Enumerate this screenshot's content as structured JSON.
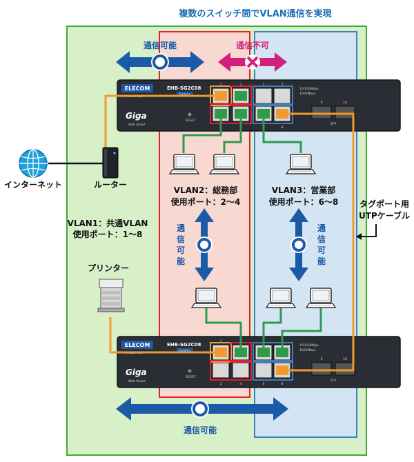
{
  "title": "複数のスイッチ間でVLAN通信を実現",
  "arrows": {
    "top_possible": "通信可能",
    "top_impossible": "通信不可",
    "bottom_possible": "通信可能",
    "vlan2_vertical": [
      "通",
      "信",
      "可",
      "能"
    ],
    "vlan3_vertical": [
      "通",
      "信",
      "可",
      "能"
    ]
  },
  "switch_top": {
    "brand": "ELECOM",
    "brand_sub": "For Business",
    "model": "EHB-SG2C08",
    "model_sub": "Fanless",
    "series": "Giga",
    "series_sub": "Web Smart",
    "reset": "RESET",
    "sfp_label": "SFP",
    "ports_top": [
      "1",
      "3",
      "5",
      "7"
    ],
    "ports_bottom": [
      "2",
      "4",
      "6",
      "8"
    ],
    "sfp_ports": [
      "9",
      "10"
    ],
    "led_legend": [
      "10/100Mbps",
      "1000Mbps"
    ]
  },
  "switch_bottom": {
    "brand": "ELECOM",
    "brand_sub": "For Business",
    "model": "EHB-SG2C08",
    "model_sub": "Fanless",
    "series": "Giga",
    "series_sub": "Web Smart",
    "reset": "RESET",
    "sfp_label": "SFP",
    "ports_top": [
      "1",
      "3",
      "5",
      "7"
    ],
    "ports_bottom": [
      "2",
      "4",
      "6",
      "8"
    ],
    "sfp_ports": [
      "9",
      "10"
    ],
    "led_legend": [
      "10/100Mbps",
      "1000Mbps"
    ]
  },
  "labels": {
    "internet": "インターネット",
    "router": "ルーター",
    "printer": "プリンター",
    "vlan1_line1": "VLAN1：共通VLAN",
    "vlan1_line2": "使用ポート：1～8",
    "vlan2_line1": "VLAN2：総務部",
    "vlan2_line2": "使用ポート：2～4",
    "vlan3_line1": "VLAN3：営業部",
    "vlan3_line2": "使用ポート：6～8",
    "tag_line1": "タグポート用",
    "tag_line2": "UTPケーブル"
  },
  "colors": {
    "vlan1_bg": "#d8f0c8",
    "vlan1_border": "#3daa3d",
    "vlan2_bg": "#f7d9d2",
    "vlan2_border": "#e0202a",
    "vlan3_bg": "#d3e4f3",
    "vlan3_border": "#3f7fc0",
    "orange_cable": "#f29a2e",
    "green_cable": "#2e9a4a",
    "blue_arrow": "#1b5aa6",
    "pink_arrow": "#d1207a",
    "switch_body": "#2a2d33"
  }
}
